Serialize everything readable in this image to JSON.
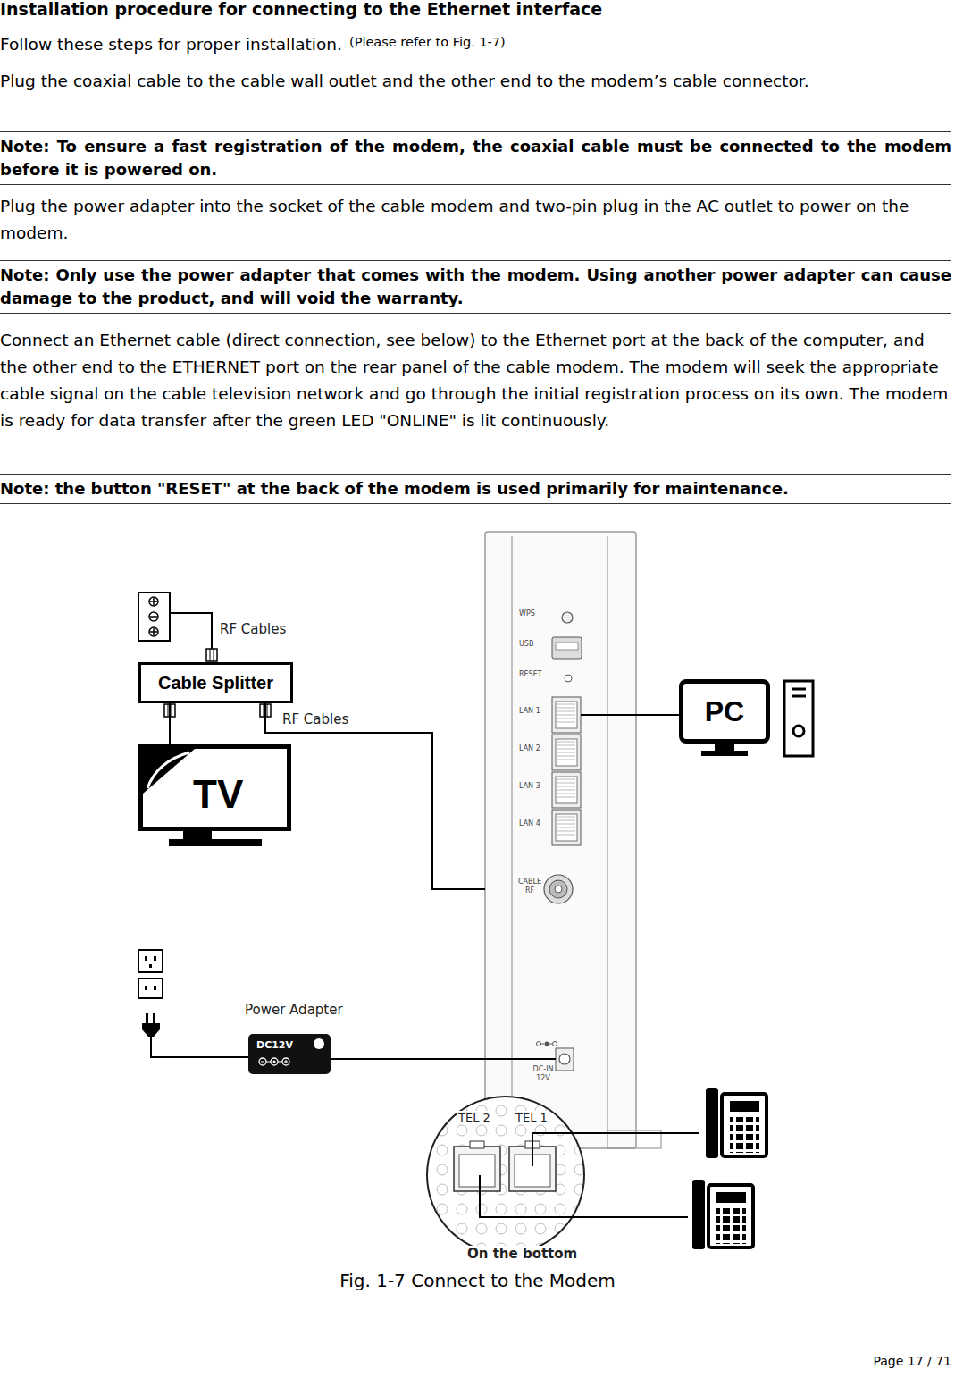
{
  "diagram": {
    "title": "Installation procedure for connecting to the Ethernet interface",
    "caption": "Fig. 1-7 Connect to the Modem",
    "nodes": [
      {
        "text": [
          "Cable Splitter"
        ]
      },
      {
        "text": [
          "TV"
        ]
      },
      {
        "text": [
          "WPS",
          "USB",
          "RESET",
          "LAN 1",
          "LAN 2",
          "LAN 3",
          "LAN 4",
          "CABLE RF",
          "DC-IN 12V"
        ]
      },
      {
        "text": [
          "PC"
        ]
      },
      {
        "text": [
          "Power Adapter",
          "DC12V"
        ]
      },
      {
        "text": [
          "TEL 2",
          "TEL 1",
          "On the bottom"
        ]
      }
    ],
    "edges": [
      {
        "from": 0,
        "to": 1,
        "arrow": "none"
      },
      {
        "from": 0,
        "to": 2,
        "label": "RF Cables",
        "arrow": "none"
      },
      {
        "from": 3,
        "to": 2,
        "arrow": "none"
      },
      {
        "from": 4,
        "to": 2,
        "arrow": "none"
      }
    ],
    "labels": [
      "Follow these steps for proper installation.",
      "(Please refer to Fig. 1-7)",
      "Plug the coaxial cable to the cable wall outlet and the other end to the modem’s cable connector.",
      "Note: To ensure a fast registration of the modem, the coaxial cable must be connected to the modem before it is powered on.",
      "Plug the power adapter into the socket of the cable modem and two-pin plug in the AC outlet to power on the modem.",
      "Note: Only use the power adapter that comes with the modem. Using another power adapter can cause damage to the product, and will void the warranty.",
      "Connect an Ethernet cable (direct connection, see below) to the Ethernet port at the back of the computer, and the other end to the ETHERNET port on the rear panel of the cable modem. The modem will seek the appropriate cable signal on the cable television network and go through the initial registration process on its own. The modem is ready for data transfer after the green LED \"ONLINE\" is lit continuously.",
      "Note: the button \"RESET\" at the back of the modem is used primarily for maintenance.",
      "RF Cables",
      "Page 17 / 71"
    ]
  }
}
